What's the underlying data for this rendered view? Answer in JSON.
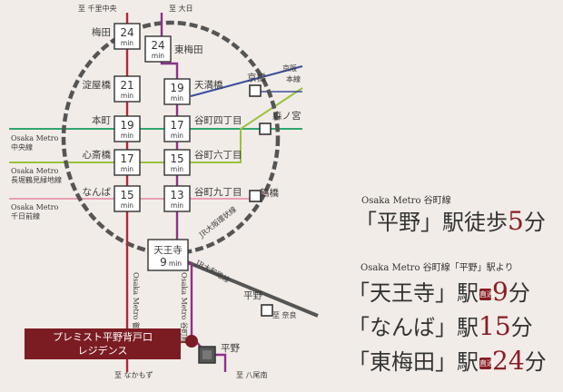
{
  "colors": {
    "bg": "#f1ece7",
    "midosuji": "#b0283a",
    "tanimachi": "#8e2f8a",
    "chuo": "#2fa56e",
    "nagahori": "#9ac13f",
    "sennichimae": "#e8a0b4",
    "loop": "#444444",
    "yamatoji": "#555555",
    "keihan": "#3a4e9e",
    "accent": "#8a1c24"
  },
  "directions": {
    "north_midosuji": "至 千里中央",
    "north_tanimachi": "至 大日",
    "south_midosuji": "至 なかもず",
    "south_tanimachi": "至 八尾南",
    "nara": "至 奈良"
  },
  "lines": {
    "keihan": "京阪本線",
    "chuo": [
      "Osaka Metro",
      "中央線"
    ],
    "nagahori": [
      "Osaka Metro",
      "長堀鶴見緑地線"
    ],
    "sennichimae": [
      "Osaka Metro",
      "千日前線"
    ],
    "loop": "JR大阪環状線",
    "yamatoji": "JR大和路線",
    "midosuji": "Osaka Metro 御堂筋線",
    "tanimachi": "Osaka Metro 谷町線"
  },
  "stations": {
    "umeda": {
      "name": "梅田",
      "min": "24"
    },
    "higashiumeda": {
      "name": "東梅田",
      "min": "24"
    },
    "yodoyabashi": {
      "name": "淀屋橋",
      "min": "21"
    },
    "temmabashi": {
      "name": "天満橋",
      "min": "19"
    },
    "hommachi": {
      "name": "本町",
      "min": "19"
    },
    "tanimachi4": {
      "name": "谷町四丁目",
      "min": "17"
    },
    "shinsaibashi": {
      "name": "心斎橋",
      "min": "17"
    },
    "tanimachi6": {
      "name": "谷町六丁目",
      "min": "15"
    },
    "namba": {
      "name": "なんば",
      "min": "15"
    },
    "tanimachi9": {
      "name": "谷町九丁目",
      "min": "13"
    },
    "tennoji": {
      "name": "天王寺",
      "min": "9"
    },
    "kyobashi": "京橋",
    "morinomiya": "森ノ宮",
    "tsuruhashi": "鶴橋",
    "hirano_jr": "平野",
    "hirano": "平野"
  },
  "min_unit": "min",
  "property": {
    "line1": "プレミスト平野背戸口",
    "line2": "レジデンス"
  },
  "info": {
    "walk_sub": "Osaka Metro 谷町線",
    "walk_pre": "「平野」駅徒歩",
    "walk_num": "5",
    "walk_unit": "分",
    "from_sub": "Osaka Metro 谷町線「平野」駅より",
    "badge": "直通",
    "rows": [
      {
        "name": "「天王寺」駅",
        "direct": true,
        "num": "9",
        "unit": "分"
      },
      {
        "name": "「なんば」駅",
        "direct": false,
        "num": "15",
        "unit": "分"
      },
      {
        "name": "「東梅田」駅",
        "direct": true,
        "num": "24",
        "unit": "分"
      }
    ]
  }
}
